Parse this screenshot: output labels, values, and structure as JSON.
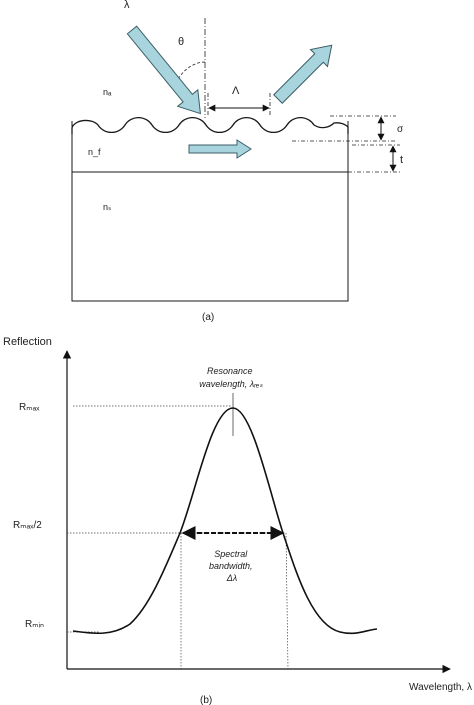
{
  "panel_a": {
    "caption": "(a)",
    "labels": {
      "lambda": "λ",
      "theta": "θ",
      "period": "Λ",
      "sigma": "σ",
      "thickness": "t",
      "n_ambient": "nₐ",
      "n_film": "n_f",
      "n_substrate": "nₛ"
    },
    "colors": {
      "arrow_fill": "#a8d4de",
      "arrow_stroke": "#3c5e66",
      "line": "#1a1a1a"
    }
  },
  "panel_b": {
    "caption": "(b)",
    "y_axis_label": "Reflection",
    "x_axis_label": "Wavelength, λ",
    "tick_labels": {
      "rmax": "Rₘₐₓ",
      "rhalf": "Rₘₐₓ/2",
      "rmin": "Rₘᵢₙ"
    },
    "resonance_line1": "Resonance",
    "resonance_line2": "wavelength, λᵣₑₛ",
    "bandwidth_line1": "Spectral",
    "bandwidth_line2": "bandwidth,",
    "bandwidth_line3": "Δλ"
  }
}
